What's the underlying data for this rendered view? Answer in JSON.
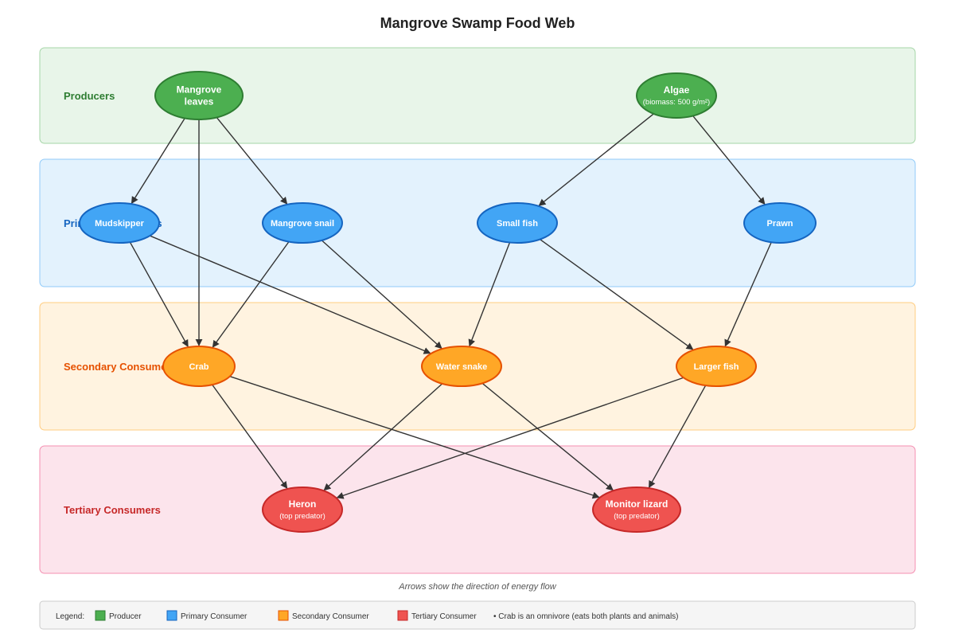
{
  "title": "Mangrove Swamp Food Web",
  "caption": "Arrows show the direction of energy flow",
  "colors": {
    "producer": "#4caf50",
    "primary": "#42a5f5",
    "secondary": "#ffa726",
    "tertiary": "#ef5350"
  },
  "bands": [
    {
      "key": "producers",
      "label": "Producers"
    },
    {
      "key": "primary",
      "label": "Primary Consumers"
    },
    {
      "key": "secondary",
      "label": "Secondary Consumers"
    },
    {
      "key": "tertiary",
      "label": "Tertiary Consumers"
    }
  ],
  "nodes": [
    {
      "id": "mangrove-leaves",
      "label": [
        "Mangrove",
        "leaves"
      ],
      "sublabel": ""
    },
    {
      "id": "algae",
      "label": [
        "Algae"
      ],
      "sublabel": "(biomass: 500 g/m²)"
    },
    {
      "id": "mudskipper",
      "label": [
        "Mudskipper"
      ],
      "sublabel": ""
    },
    {
      "id": "mangrove-snail",
      "label": [
        "Mangrove snail"
      ],
      "sublabel": ""
    },
    {
      "id": "small-fish",
      "label": [
        "Small fish"
      ],
      "sublabel": ""
    },
    {
      "id": "prawn",
      "label": [
        "Prawn"
      ],
      "sublabel": ""
    },
    {
      "id": "crab",
      "label": [
        "Crab"
      ],
      "sublabel": ""
    },
    {
      "id": "water-snake",
      "label": [
        "Water snake"
      ],
      "sublabel": ""
    },
    {
      "id": "larger-fish",
      "label": [
        "Larger fish"
      ],
      "sublabel": ""
    },
    {
      "id": "heron",
      "label": [
        "Heron"
      ],
      "sublabel": "(top predator)"
    },
    {
      "id": "monitor-lizard",
      "label": [
        "Monitor lizard"
      ],
      "sublabel": "(top predator)"
    }
  ],
  "edges": [
    {
      "from": "mangrove-leaves",
      "to": "mudskipper"
    },
    {
      "from": "mangrove-leaves",
      "to": "crab"
    },
    {
      "from": "mangrove-leaves",
      "to": "mangrove-snail"
    },
    {
      "from": "algae",
      "to": "small-fish"
    },
    {
      "from": "algae",
      "to": "prawn"
    },
    {
      "from": "mudskipper",
      "to": "crab"
    },
    {
      "from": "mudskipper",
      "to": "water-snake"
    },
    {
      "from": "mangrove-snail",
      "to": "crab"
    },
    {
      "from": "mangrove-snail",
      "to": "water-snake"
    },
    {
      "from": "small-fish",
      "to": "water-snake"
    },
    {
      "from": "small-fish",
      "to": "larger-fish"
    },
    {
      "from": "prawn",
      "to": "larger-fish"
    },
    {
      "from": "crab",
      "to": "heron"
    },
    {
      "from": "crab",
      "to": "monitor-lizard"
    },
    {
      "from": "water-snake",
      "to": "heron"
    },
    {
      "from": "water-snake",
      "to": "monitor-lizard"
    },
    {
      "from": "larger-fish",
      "to": "heron"
    },
    {
      "from": "larger-fish",
      "to": "monitor-lizard"
    }
  ],
  "legend": {
    "label": "Legend:",
    "items": [
      {
        "key": "producer",
        "label": "Producer"
      },
      {
        "key": "primary",
        "label": "Primary Consumer"
      },
      {
        "key": "secondary",
        "label": "Secondary Consumer"
      },
      {
        "key": "tertiary",
        "label": "Tertiary Consumer"
      }
    ],
    "note": "• Crab is an omnivore (eats both plants and animals)"
  }
}
